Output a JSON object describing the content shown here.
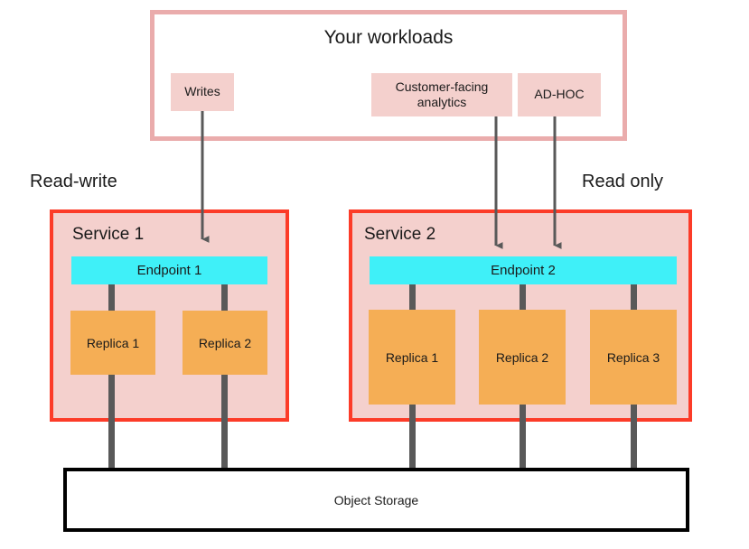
{
  "diagram": {
    "workloads": {
      "title": "Your workloads",
      "border_color": "#eaacac",
      "chips": [
        {
          "id": "writes",
          "label": "Writes"
        },
        {
          "id": "customer-facing-analytics",
          "label": "Customer-facing analytics"
        },
        {
          "id": "ad-hoc",
          "label": "AD-HOC"
        }
      ],
      "chip_color": "#f4d0cd"
    },
    "annotations": {
      "left": "Read-write",
      "right": "Read only"
    },
    "services": [
      {
        "id": "service-1",
        "title": "Service 1",
        "endpoint": "Endpoint 1",
        "replicas": [
          "Replica 1",
          "Replica 2"
        ]
      },
      {
        "id": "service-2",
        "title": "Service 2",
        "endpoint": "Endpoint 2",
        "replicas": [
          "Replica 1",
          "Replica 2",
          "Replica 3"
        ]
      }
    ],
    "storage": {
      "label": "Object Storage",
      "border_color": "#000000"
    },
    "colors": {
      "service_border": "#fc3b28",
      "service_fill": "#f4d0cd",
      "endpoint": "#3ff0f8",
      "replica": "#f5ae55",
      "connector": "#595959",
      "text": "#1a1a1a",
      "background": "#ffffff"
    }
  }
}
